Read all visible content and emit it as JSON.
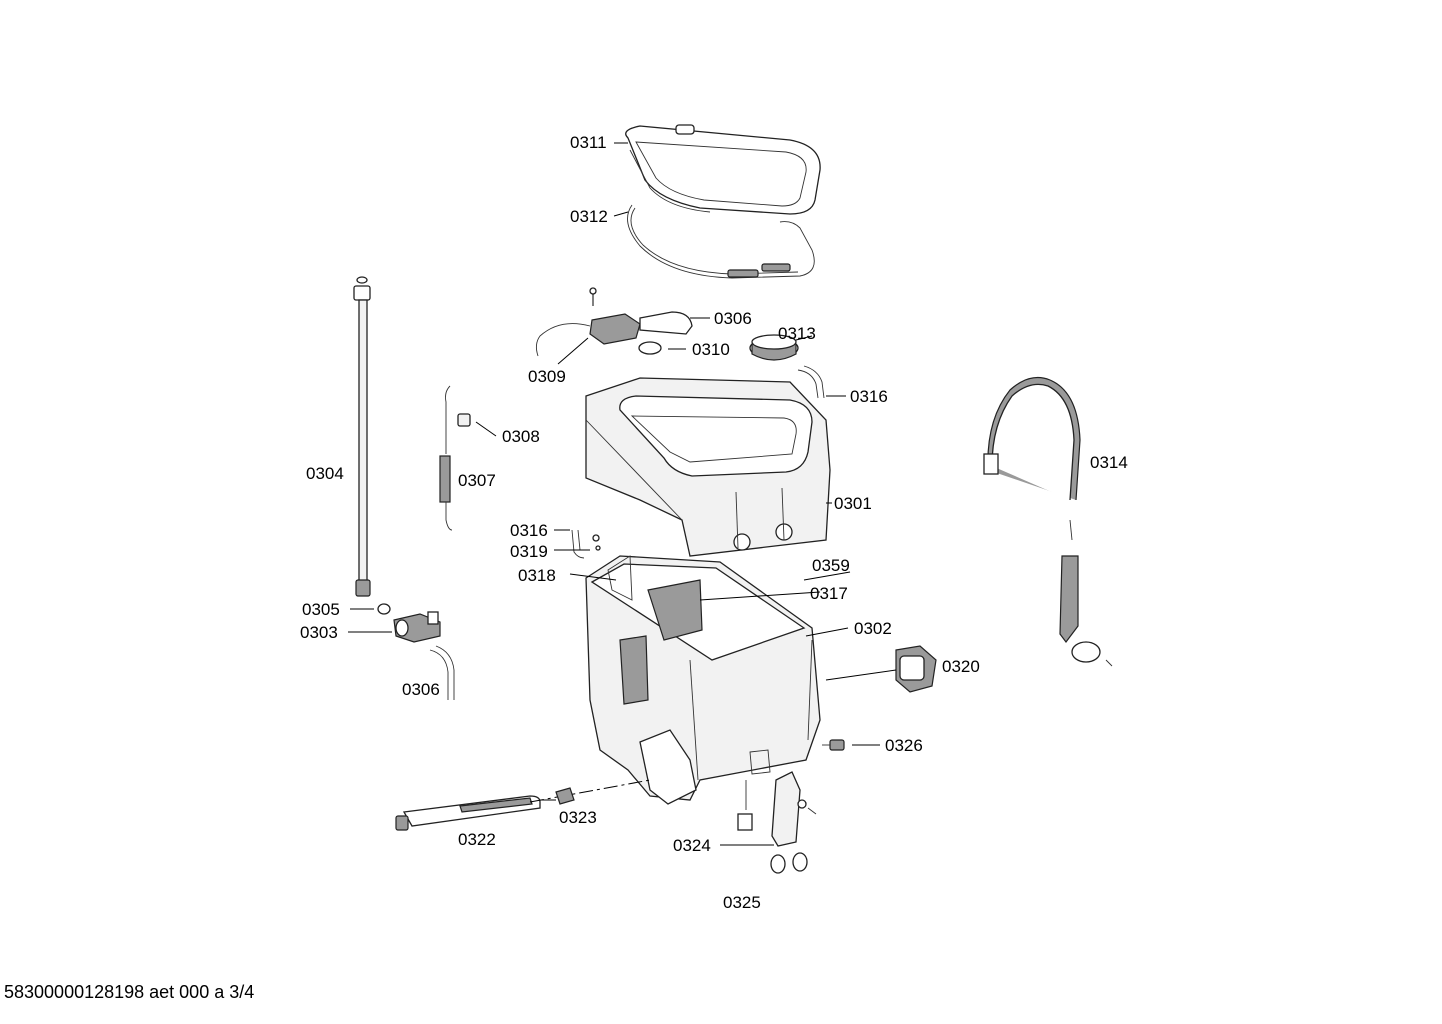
{
  "labels": {
    "p0311": "0311",
    "p0312": "0312",
    "p0306a": "0306",
    "p0313": "0313",
    "p0310": "0310",
    "p0309": "0309",
    "p0316a": "0316",
    "p0308": "0308",
    "p0304": "0304",
    "p0307": "0307",
    "p0314": "0314",
    "p0301": "0301",
    "p0316b": "0316",
    "p0319": "0319",
    "p0359": "0359",
    "p0318": "0318",
    "p0317": "0317",
    "p0305": "0305",
    "p0302": "0302",
    "p0303": "0303",
    "p0320": "0320",
    "p0306b": "0306",
    "p0326": "0326",
    "p0323": "0323",
    "p0322": "0322",
    "p0324": "0324",
    "p0325": "0325"
  },
  "footer": {
    "document_id": "58300000128198 aet 000 a 3/4"
  },
  "icons": {
    "line_color": "#000000",
    "part_fill": "#f2f2f2"
  }
}
